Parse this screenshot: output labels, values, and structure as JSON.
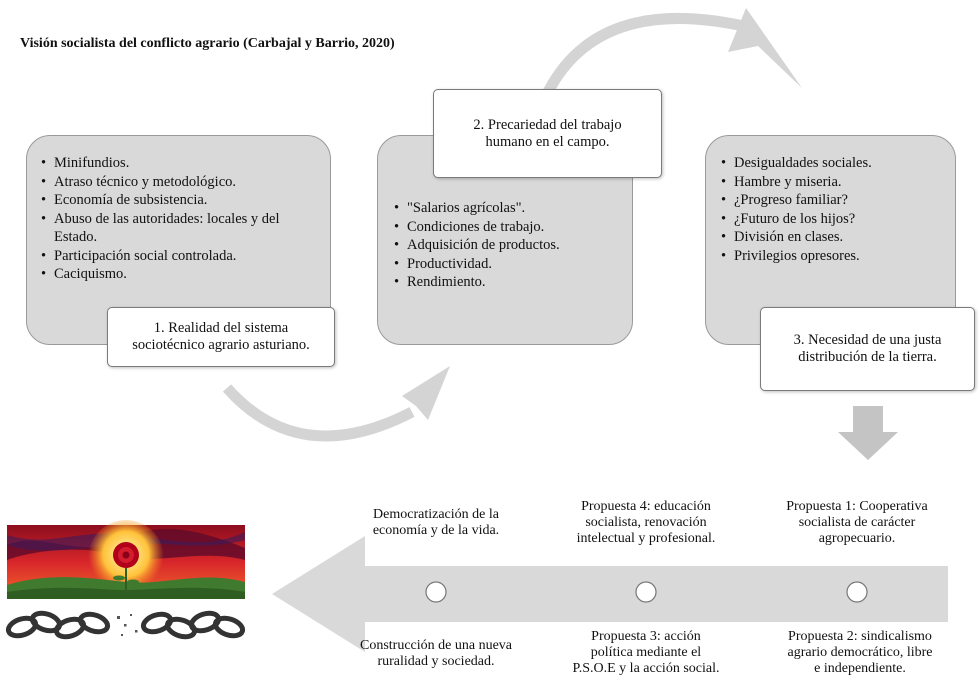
{
  "title": "Visión socialista del conflicto agrario (Carbajal y Barrio, 2020)",
  "stages": [
    {
      "label": "1. Realidad del sistema sociotécnico agrario asturiano.",
      "label_lines": [
        "1. Realidad del sistema",
        "sociotécnico agrario asturiano."
      ],
      "items": [
        "Minifundios.",
        "Atraso técnico y metodológico.",
        "Economía de subsistencia.",
        "Abuso de las autoridades: locales y del Estado.",
        "Participación social controlada.",
        "Caciquismo."
      ]
    },
    {
      "label": "2. Precariedad del trabajo humano en el campo.",
      "label_lines": [
        "2. Precariedad del trabajo",
        "humano en el campo."
      ],
      "items": [
        "\"Salarios agrícolas\".",
        "Condiciones de trabajo.",
        "Adquisición de productos.",
        "Productividad.",
        "Rendimiento."
      ]
    },
    {
      "label": "3. Necesidad de una justa distribución de la tierra.",
      "label_lines": [
        "3. Necesidad de una justa",
        "distribución de la tierra."
      ],
      "items": [
        "Desigualdades sociales.",
        "Hambre y miseria.",
        "¿Progreso familiar?",
        "¿Futuro de los hijos?",
        "División en clases.",
        "Privilegios opresores."
      ]
    }
  ],
  "timeline": {
    "top": [
      [
        "Democratización de la",
        "economía y de la vida."
      ],
      [
        "Propuesta 4: educación",
        "socialista, renovación",
        "intelectual y profesional."
      ],
      [
        "Propuesta 1: Cooperativa",
        "socialista de carácter",
        "agropecuario."
      ]
    ],
    "bottom": [
      [
        "Construcción de una nueva",
        "ruralidad y sociedad."
      ],
      [
        "Propuesta 3: acción",
        "política mediante el",
        "P.S.O.E y la acción social."
      ],
      [
        "Propuesta 2: sindicalismo",
        "agrario democrático, libre",
        "e independiente."
      ]
    ]
  },
  "colors": {
    "box_fill": "#d9d9d9",
    "box_border": "#9a9a9a",
    "arrow": "#d4d4d4",
    "sky_red": "#c8102e",
    "rose": "#b0001a",
    "field_green": "#3f7a2e",
    "chain": "#333333"
  },
  "icons": [
    "rose-emblem-image",
    "broken-chain-icon"
  ]
}
